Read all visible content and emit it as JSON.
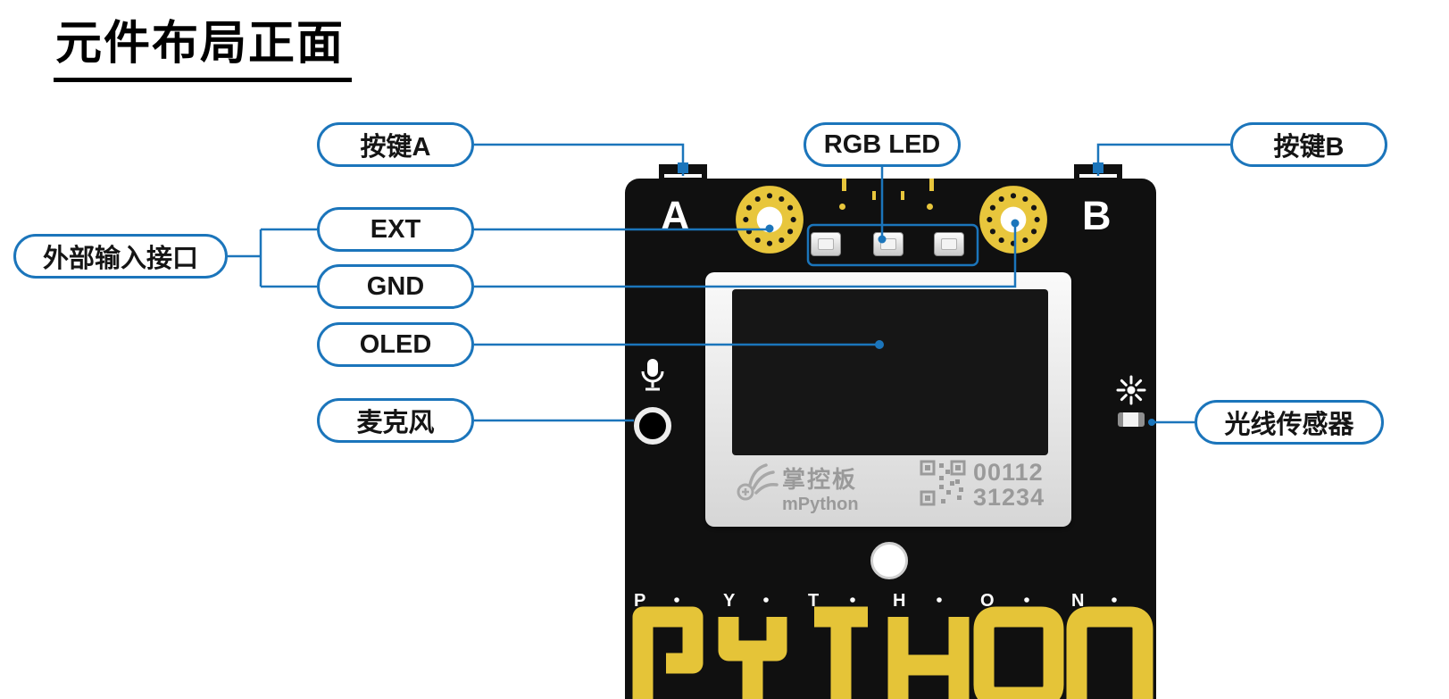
{
  "title": "元件布局正面",
  "colors": {
    "accent": "#1b75bb",
    "board": "#101010",
    "gold": "#e8c63c",
    "oled_frame": "#e9e9e9",
    "muted_text": "#9a9a9a"
  },
  "callouts": {
    "button_a": "按键A",
    "rgb_led": "RGB LED",
    "button_b": "按键B",
    "external_input": "外部输入接口",
    "ext": "EXT",
    "gnd": "GND",
    "oled": "OLED",
    "microphone": "麦克风",
    "light_sensor": "光线传感器"
  },
  "board": {
    "marking_a": "A",
    "marking_b": "B",
    "brand": "掌控板",
    "brand_sub": "mPython",
    "serial_line1": "00112",
    "serial_line2": "31234",
    "touch_pads": [
      "P",
      "Y",
      "T",
      "H",
      "O",
      "N"
    ]
  }
}
